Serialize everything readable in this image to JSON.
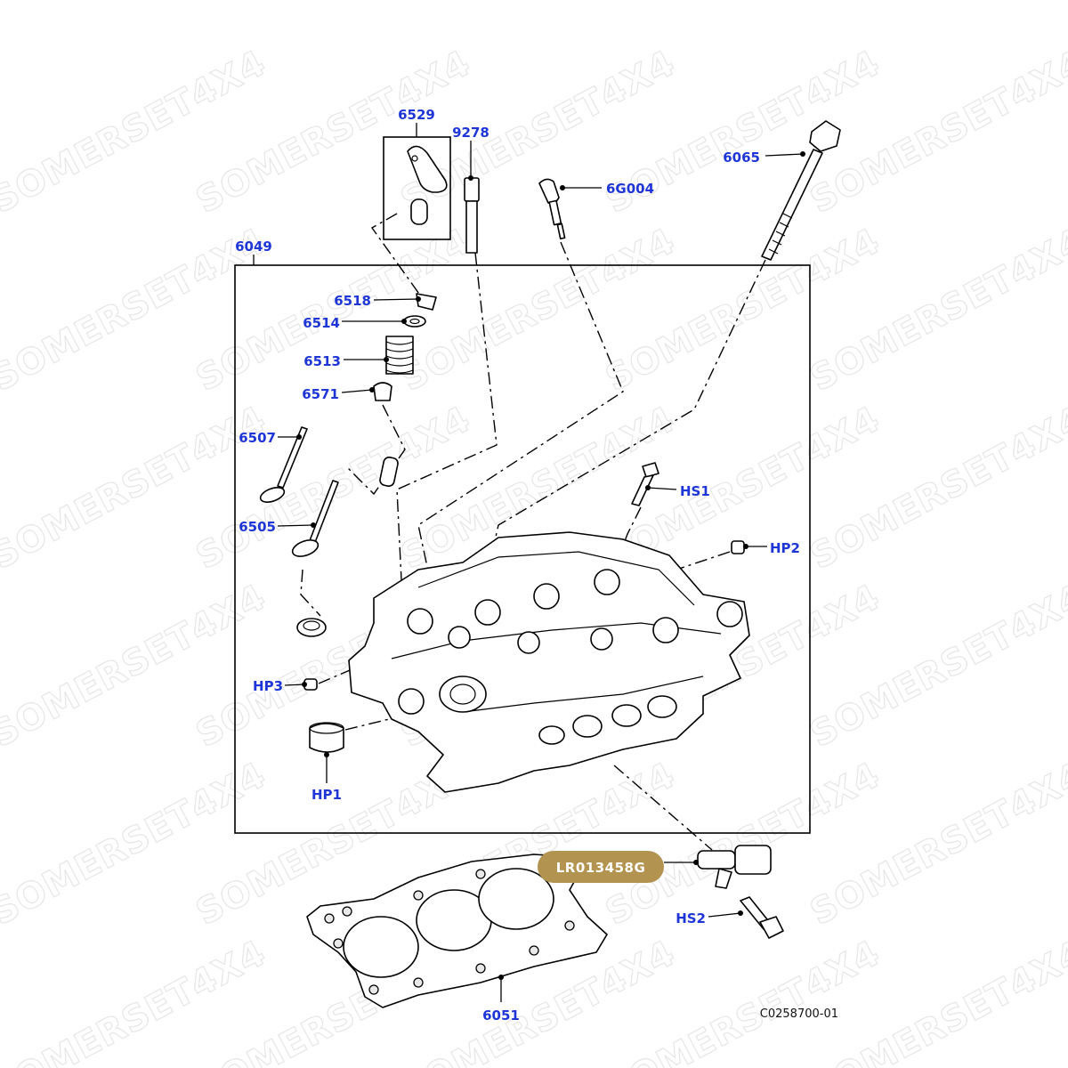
{
  "watermark": "SOMERSET4X4",
  "colors": {
    "label": "#1f36d6",
    "highlight_bg": "#b39350",
    "highlight_text": "#ffffff"
  },
  "labels": {
    "p6529": "6529",
    "p9278": "9278",
    "p6065": "6065",
    "p6g004": "6G004",
    "p6049": "6049",
    "p6518": "6518",
    "p6514": "6514",
    "p6513": "6513",
    "p6571": "6571",
    "p6507": "6507",
    "p6505": "6505",
    "hs1": "HS1",
    "hp2": "HP2",
    "hp3": "HP3",
    "hp1": "HP1",
    "hs2": "HS2",
    "p6051": "6051"
  },
  "highlighted_part": "LR013458G",
  "reference": "C0258700-01"
}
